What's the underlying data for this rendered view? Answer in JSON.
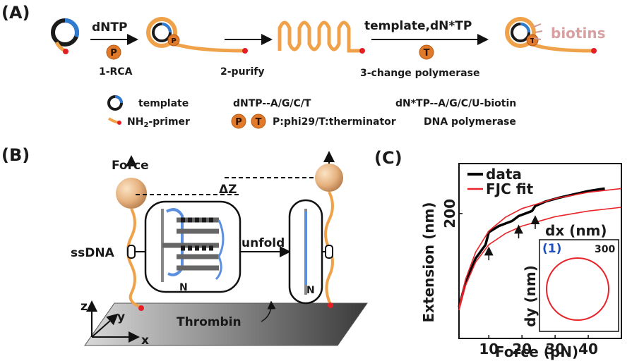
{
  "panel_a": {
    "label": "(A)",
    "step1_reagent": "dNTP",
    "step1_enzyme": "P",
    "step1_name": "1-RCA",
    "step2_name": "2-purify",
    "step3_reagent": "template,dN*TP",
    "step3_enzyme": "T",
    "step3_name": "3-change polymerase",
    "product_label": "biotins",
    "legend": {
      "template": "template",
      "primer_pre": "NH",
      "primer_sub": "2",
      "primer_post": "-primer",
      "dntp": "dNTP--A/G/C/T",
      "dstar": "dN*TP--A/G/C/U-biotin",
      "enzyme_p": "P",
      "enzyme_t": "T",
      "enzymes": "P:phi29/T:therminator",
      "polymerase": "DNA polymerase"
    }
  },
  "panel_b": {
    "label": "(B)",
    "force": "Force",
    "delta_z": "ΔZ",
    "ssdna": "ssDNA",
    "unfold": "unfold",
    "thrombin": "Thrombin",
    "n_left": "N",
    "n_right": "N",
    "axis_z": "z",
    "axis_y": "y",
    "axis_x": "x"
  },
  "panel_c": {
    "label": "(C)",
    "legend_data": "data",
    "legend_fit": "FJC fit",
    "y_tick": "200",
    "x_ticks": [
      "10",
      "20",
      "30",
      "40"
    ],
    "inset_label": "(1)",
    "inset_xlabel": "dx (nm)",
    "inset_ylabel": "dy (nm)",
    "inset_scale": "300",
    "colors": {
      "data": "#000000",
      "fit": "#e8242a",
      "accent": "#1f4fbf"
    }
  },
  "chart_data": {
    "type": "line",
    "title": "",
    "xlabel": "Force (pN)",
    "ylabel": "Extension (nm)",
    "xlim": [
      1,
      50
    ],
    "ylim": [
      0,
      280
    ],
    "xticks": [
      10,
      20,
      30,
      40
    ],
    "yticks": [
      200
    ],
    "legend": "top-left",
    "series": [
      {
        "name": "data",
        "x": [
          1,
          3,
          6,
          9,
          10,
          13,
          17,
          19,
          21,
          23,
          24,
          27,
          31,
          35,
          40,
          45
        ],
        "y": [
          50,
          90,
          128,
          150,
          170,
          180,
          188,
          196,
          200,
          204,
          212,
          219,
          225,
          230,
          236,
          240
        ]
      },
      {
        "name": "FJC fit",
        "x": [
          1,
          3,
          6,
          10,
          15,
          20,
          30,
          40,
          50
        ],
        "y": [
          50,
          95,
          138,
          172,
          194,
          208,
          224,
          234,
          240
        ]
      },
      {
        "name": "FJC fit",
        "x": [
          1,
          3,
          6,
          10,
          15,
          20,
          30,
          40,
          50
        ],
        "y": [
          45,
          85,
          122,
          150,
          168,
          180,
          195,
          204,
          210
        ]
      }
    ],
    "annotations": [
      {
        "type": "arrow",
        "x": 10,
        "y": 150
      },
      {
        "type": "arrow",
        "x": 19,
        "y": 185
      },
      {
        "type": "arrow",
        "x": 24,
        "y": 200
      }
    ]
  }
}
